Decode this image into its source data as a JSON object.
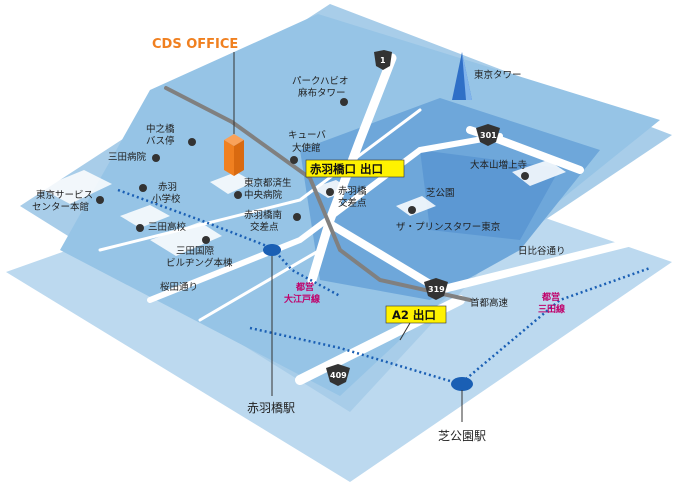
{
  "colors": {
    "ground_light": "#bcd9ef",
    "ground_base": "#a8cde9",
    "city": "#96c4e6",
    "district": "#6ea7da",
    "park": "#5c98d3",
    "road": "#ffffff",
    "expressway": "#808080",
    "subway": "#1a5fb4",
    "poi_dot": "#333333",
    "office": "#f08020",
    "exit_fill": "#fff200",
    "line_label": "#c0006a"
  },
  "office": {
    "title": "CDS OFFICE"
  },
  "stations": {
    "akabanebashi": "赤羽橋駅",
    "shibakoen": "芝公園駅"
  },
  "exits": {
    "akabanebashi_exit": "赤羽橋口 出口",
    "a2_exit": "A2 出口"
  },
  "routes": {
    "r1": "1",
    "r301": "301",
    "r319": "319",
    "r409": "409"
  },
  "lines": {
    "oedo_1": "都営",
    "oedo_2": "大江戸線",
    "mita_1": "都営",
    "mita_2": "三田線"
  },
  "roads": {
    "hibiya_dori": "日比谷通り",
    "shuto": "首都高速",
    "sakurada_dori": "桜田通り"
  },
  "pois": {
    "tokyo_tower": "東京タワー",
    "park_habio_1": "パークハビオ",
    "park_habio_2": "麻布タワー",
    "nakanohashi_1": "中之橋",
    "nakanohashi_2": "バス停",
    "mita_hospital": "三田病院",
    "cuba_1": "キューバ",
    "cuba_2": "大使館",
    "daihonzan": "大本山増上寺",
    "saiseikai_1": "東京都済生",
    "saiseikai_2": "中央病院",
    "akabanebashi_x_1": "赤羽橋",
    "akabanebashi_x_2": "交差点",
    "shibakoen": "芝公園",
    "service_center_1": "東京サービス",
    "service_center_2": "センター本館",
    "akabane_school_1": "赤羽",
    "akabane_school_2": "小学校",
    "akabanebashi_s_1": "赤羽橋南",
    "akabanebashi_s_2": "交差点",
    "prince_tower": "ザ・プリンスタワー東京",
    "mita_high": "三田高校",
    "mita_intl_1": "三田国際",
    "mita_intl_2": "ビルヂング本棟"
  }
}
